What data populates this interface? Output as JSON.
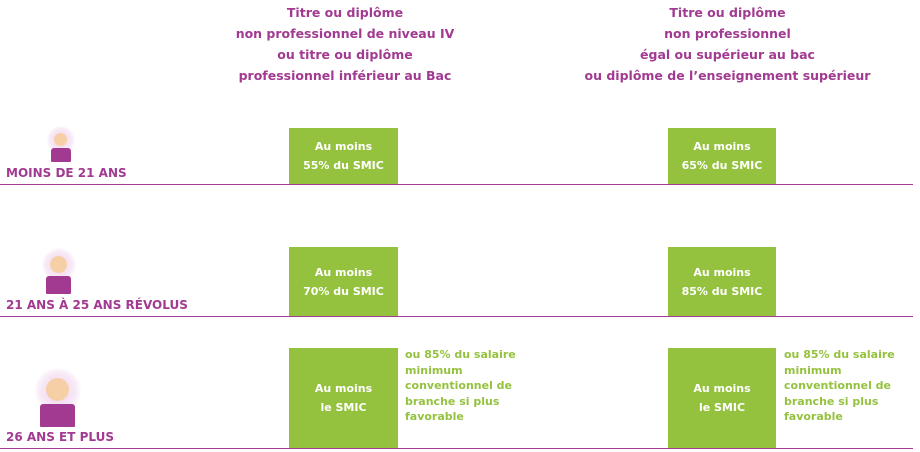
{
  "columns": [
    {
      "header_lines": [
        "Titre ou diplôme",
        "non professionnel de niveau IV",
        "ou titre ou diplôme",
        "professionnel inférieur au Bac"
      ]
    },
    {
      "header_lines": [
        "Titre ou diplôme",
        "non professionnel",
        "égal ou supérieur au bac",
        "ou diplôme de l’enseignement supérieur"
      ]
    }
  ],
  "rows": [
    {
      "label": "MOINS DE 21 ANS",
      "cells": [
        {
          "line1": "Au moins",
          "line2": "55% du SMIC"
        },
        {
          "line1": "Au moins",
          "line2": "65% du SMIC"
        }
      ]
    },
    {
      "label": "21 ANS À 25 ANS RÉVOLUS",
      "cells": [
        {
          "line1": "Au moins",
          "line2": "70% du SMIC"
        },
        {
          "line1": "Au moins",
          "line2": "85% du SMIC"
        }
      ]
    },
    {
      "label": "26 ANS ET PLUS",
      "cells": [
        {
          "line1": "Au moins",
          "line2": "le SMIC",
          "note_lines": [
            "ou 85% du salaire",
            "minimum",
            "conventionnel de",
            "branche si plus",
            "favorable"
          ]
        },
        {
          "line1": "Au moins",
          "line2": "le SMIC",
          "note_lines": [
            "ou 85% du salaire",
            "minimum",
            "conventionnel de",
            "branche si plus",
            "favorable"
          ]
        }
      ]
    }
  ],
  "icons": {
    "row_icon": "person-icon"
  },
  "colors": {
    "purple": "#a23a91",
    "green": "#94c23e",
    "skin": "#f7cfa6"
  }
}
